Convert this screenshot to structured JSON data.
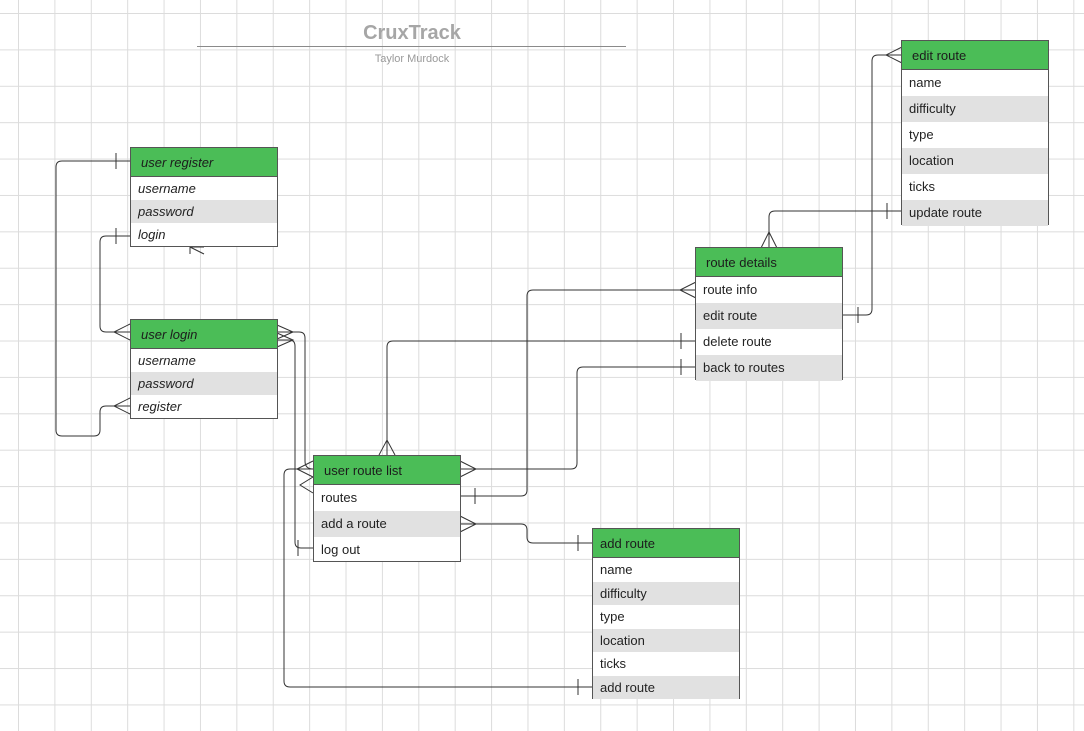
{
  "title": "CruxTrack",
  "author": "Taylor Murdock",
  "entities": {
    "user_register": {
      "header": "user register",
      "rows": [
        "username",
        "password",
        "login"
      ]
    },
    "user_login": {
      "header": "user login",
      "rows": [
        "username",
        "password",
        "register"
      ]
    },
    "user_route_list": {
      "header": "user route list",
      "rows": [
        "routes",
        "add a route",
        "log out"
      ]
    },
    "route_details": {
      "header": "route details",
      "rows": [
        "route info",
        "edit route",
        "delete route",
        "back to routes"
      ]
    },
    "edit_route": {
      "header": "edit route",
      "rows": [
        "name",
        "difficulty",
        "type",
        "location",
        "ticks",
        "update route"
      ]
    },
    "add_route": {
      "header": "add route",
      "rows": [
        "name",
        "difficulty",
        "type",
        "location",
        "ticks",
        "add route"
      ]
    }
  },
  "colors": {
    "header_fill": "#4bbd57",
    "alt_row_fill": "#e1e1e1",
    "border": "#555555",
    "link": "#333333"
  },
  "relationships": [
    {
      "from": "user login.register",
      "to": "user register",
      "from_end": "crow-foot",
      "to_end": "one"
    },
    {
      "from": "user register.login",
      "to": "user login",
      "from_end": "one",
      "to_end": "crow-foot"
    },
    {
      "from": "user login",
      "to": "user route list",
      "from_end": "crow-foot",
      "to_end": "crow-foot"
    },
    {
      "from": "user route list.log out",
      "to": "user login",
      "from_end": "one",
      "to_end": "crow-foot"
    },
    {
      "from": "user route list.routes",
      "to": "route details.route info",
      "from_end": "one",
      "to_end": "crow-foot"
    },
    {
      "from": "user route list.add a route",
      "to": "add route",
      "from_end": "crow-foot",
      "to_end": "one"
    },
    {
      "from": "route details.delete route",
      "to": "user route list",
      "from_end": "one",
      "to_end": "crow-foot"
    },
    {
      "from": "route details.back to routes",
      "to": "user route list",
      "from_end": "one",
      "to_end": "crow-foot"
    },
    {
      "from": "route details.edit route",
      "to": "edit route",
      "from_end": "one",
      "to_end": "crow-foot"
    },
    {
      "from": "edit route.update route",
      "to": "route details",
      "from_end": "one",
      "to_end": "crow-foot"
    },
    {
      "from": "add route.add route",
      "to": "user route list",
      "from_end": "one",
      "to_end": "crow-foot"
    }
  ]
}
